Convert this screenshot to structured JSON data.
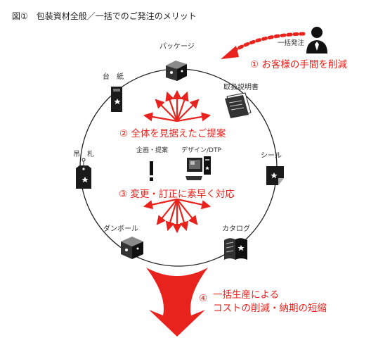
{
  "title": "図①　包装資材全般／一括でのご発注のメリット",
  "order_label": "一括発注",
  "points": {
    "p1": "① お客様の手間を削減",
    "p2": "② 全体を見据えたご提案",
    "p3": "③ 変更・訂正に素早く対応",
    "p4_num": "④",
    "p4_line1": "一括生産による",
    "p4_line2": "コストの削減・納期の短縮"
  },
  "center": {
    "planning": "企画・提案",
    "design": "デザイン/DTP"
  },
  "items": {
    "package": "パッケージ",
    "manual": "取扱説明書",
    "seal": "シール",
    "catalog": "カタログ",
    "cardboard": "ダンボール",
    "tag": "吊　札",
    "mount": "台　紙"
  },
  "colors": {
    "accent": "#e8231d",
    "line": "#222222",
    "ink": "#222222"
  }
}
